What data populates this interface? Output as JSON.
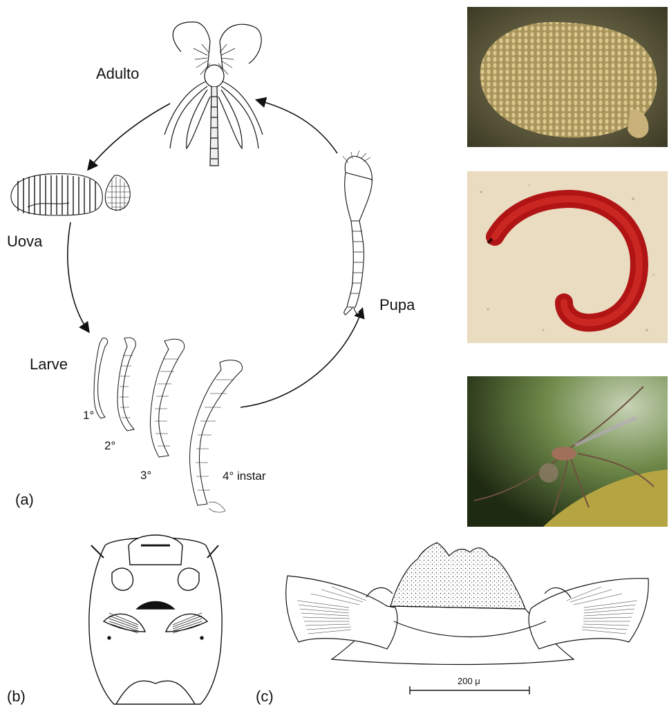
{
  "lifecycle": {
    "adult_label": "Adulto",
    "eggs_label": "Uova",
    "larvae_label": "Larve",
    "pupa_label": "Pupa",
    "instar_1": "1°",
    "instar_2": "2°",
    "instar_3": "3°",
    "instar_4": "4° instar",
    "panel_label": "(a)"
  },
  "head_panel": {
    "panel_label": "(b)"
  },
  "mentum_panel": {
    "panel_label": "(c)",
    "scale_label": "200 μ"
  },
  "photos": {
    "eggs_photo": "photo-egg-mass",
    "larva_photo": "photo-red-larva",
    "adult_photo": "photo-adult-midge"
  },
  "colors": {
    "egg_bg": "#4a4a30",
    "egg_fg": "#d8c28a",
    "larva_bg": "#e9dcc0",
    "larva_red": "#c01818",
    "adult_bg": "#2e3a1e",
    "adult_leaf": "#b5a542"
  }
}
